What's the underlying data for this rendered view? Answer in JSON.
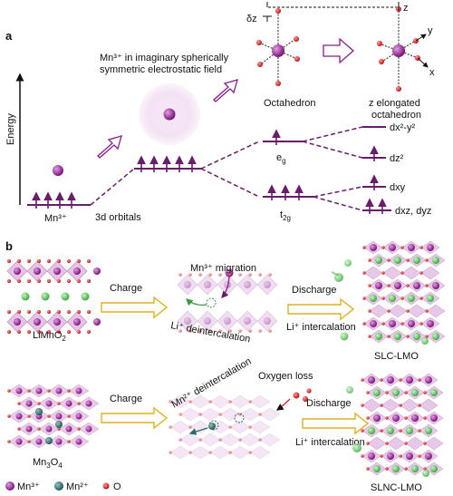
{
  "colors": {
    "mn3": "#8b1a8b",
    "mn2": "#2e6b6b",
    "oxygen": "#e02020",
    "li": "#5cc85c",
    "level": "#6a1b6a",
    "sheet": "#d9a9d9",
    "sheet_dark": "#b07ab0",
    "arrow_gold": "#e0b020"
  },
  "panel_a": {
    "label": "a",
    "energy_axis": "Energy",
    "field_caption": "Mn³⁺ in imaginary spherically symmetric electrostatic field",
    "ion_label": "Mn³⁺",
    "orbital_label": "3d orbitals",
    "eg_label": "eg",
    "t2g_label": "t2g",
    "octahedron_label": "Octahedron",
    "elongated_label": "z elongated octahedron",
    "delta_z": "δz",
    "axis_z": "z",
    "axis_y": "y",
    "axis_x": "x",
    "split_levels": [
      "dx²-y²",
      "dz²",
      "dxy",
      "dxz, dyz"
    ]
  },
  "panel_b": {
    "label": "b",
    "row1": {
      "start": "LiMnO2",
      "step1": "Charge",
      "event_top": "Mn³⁺ migration",
      "event_bottom": "Li⁺ deintercalation",
      "step2_top": "Discharge",
      "step2_bottom": "Li⁺ intercalation",
      "end": "SLC-LMO"
    },
    "row2": {
      "start": "Mn3O4",
      "step1": "Charge",
      "event_top": "Mn²⁺ deintercalation",
      "event_extra": "Oxygen loss",
      "step2_top": "Discharge",
      "step2_bottom": "Li⁺ intercalation",
      "end": "SLNC-LMO"
    },
    "legend": [
      "Mn³⁺",
      "Mn²⁺",
      "O"
    ]
  }
}
